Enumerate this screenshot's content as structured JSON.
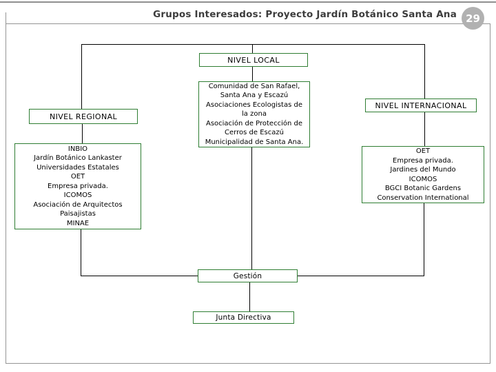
{
  "slide": {
    "title": "Grupos Interesados: Proyecto Jardín Botánico Santa Ana",
    "page_number": "29"
  },
  "colors": {
    "box_border_green": "#2e7d32",
    "connector_black": "#000000",
    "frame_gray": "#949494",
    "badge_gray": "#b1b1b1",
    "badge_text": "#ffffff",
    "title_text": "#3c3c3c"
  },
  "diagram": {
    "nivel_local": "NIVEL LOCAL",
    "local_groups": [
      "Comunidad de San Rafael,",
      "Santa Ana y Escazú",
      "Asociaciones Ecologistas de",
      "la zona",
      "Asociación de Protección de",
      "Cerros de Escazú",
      "Municipalidad de Santa Ana."
    ],
    "nivel_regional": "NIVEL REGIONAL",
    "regional_groups": [
      "INBIO",
      "Jardín Botánico Lankaster",
      "Universidades Estatales",
      "OET",
      "Empresa privada.",
      "ICOMOS",
      "Asociación de Arquitectos",
      "Paisajistas",
      "MINAE"
    ],
    "nivel_internacional": "NIVEL INTERNACIONAL",
    "international_groups": [
      "OET",
      "Empresa privada.",
      "Jardines del Mundo",
      "ICOMOS",
      "BGCI Botanic Gardens",
      "Conservation International"
    ],
    "gestion": "Gestión",
    "junta_directiva": "Junta Directiva"
  }
}
